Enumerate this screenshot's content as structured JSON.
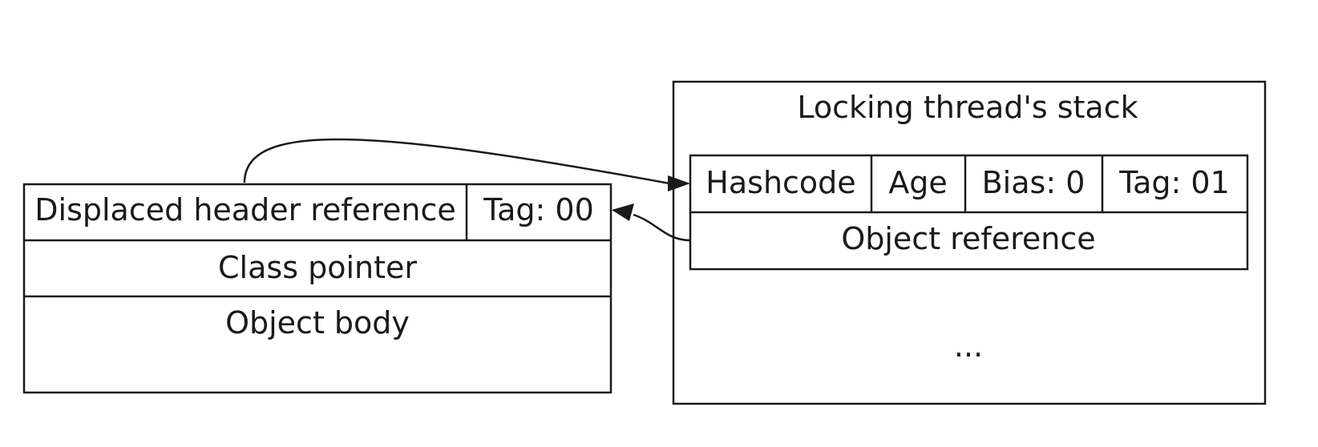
{
  "object_header": {
    "displaced_header_reference": "Displaced header reference",
    "tag": "Tag: 00",
    "class_pointer": "Class pointer",
    "object_body": "Object body"
  },
  "stack": {
    "title": "Locking thread's stack",
    "hashcode": "Hashcode",
    "age": "Age",
    "bias": "Bias: 0",
    "tag": "Tag: 01",
    "object_reference": "Object reference",
    "ellipsis": "..."
  }
}
